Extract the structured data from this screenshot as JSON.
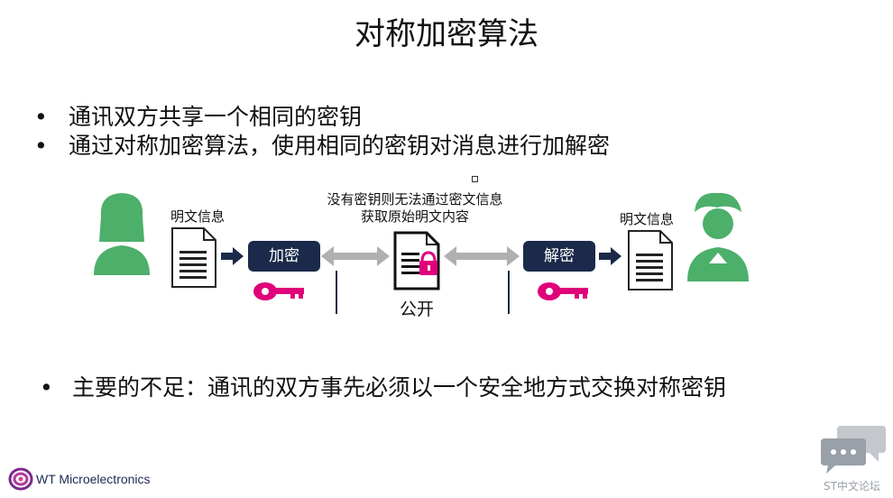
{
  "slide": {
    "title": "对称加密算法",
    "bullets": [
      "通讯双方共享一个相同的密钥",
      "通过对称加密算法，使用相同的密钥对消息进行加解密"
    ],
    "diagram": {
      "plaintext_left": "明文信息",
      "plaintext_right": "明文信息",
      "encrypt_label": "加密",
      "decrypt_label": "解密",
      "public_label": "公开",
      "note_line1": "没有密钥则无法通过密文信息",
      "note_line2": "获取原始明文内容",
      "colors": {
        "person": "#4caf6a",
        "key": "#e0007a",
        "box": "#1b2a4a",
        "arrow_gray": "#b0b0b0"
      }
    },
    "bottom_bullet": "主要的不足：通讯的双方事先必须以一个安全地方式交换对称密钥"
  },
  "branding": {
    "company": "WT Microelectronics",
    "forum": "ST中文论坛"
  }
}
